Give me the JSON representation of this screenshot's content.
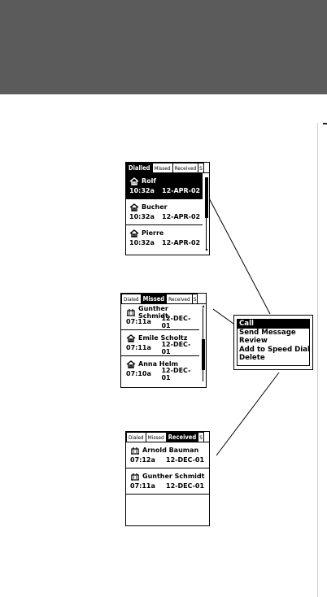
{
  "dialled": {
    "tabs": [
      "Dialled",
      "Missed",
      "Received",
      "S"
    ],
    "entries": [
      {
        "name": "Rolf",
        "time": "10:32a",
        "date": "12-APR-02"
      },
      {
        "name": "Bucher",
        "time": "10:32a",
        "date": "12-APR-02"
      },
      {
        "name": "Pierre",
        "time": "10:32a",
        "date": "12-APR-02"
      }
    ]
  },
  "missed": {
    "tabs": [
      "Dialed",
      "Missed",
      "Received",
      "S"
    ],
    "entries": [
      {
        "name": "Gunther Schmidt",
        "time": "07:11a",
        "date": "12-DEC-01"
      },
      {
        "name": "Emile Scholtz",
        "time": "07:11a",
        "date": "12-DEC-01"
      },
      {
        "name": "Anna Helm",
        "time": "07:10a",
        "date": "12-DEC-01"
      }
    ]
  },
  "received": {
    "tabs": [
      "Dialed",
      "Missed",
      "Received",
      "S"
    ],
    "entries": [
      {
        "name": "Arnold Bauman",
        "time": "07:12a",
        "date": "12-DEC-01"
      },
      {
        "name": "Gunther Schmidt",
        "time": "07:11a",
        "date": "12-DEC-01"
      }
    ]
  },
  "menu": {
    "items": [
      "Call",
      "Send Message",
      "Review",
      "Add to Speed Dial",
      "Delete"
    ]
  }
}
